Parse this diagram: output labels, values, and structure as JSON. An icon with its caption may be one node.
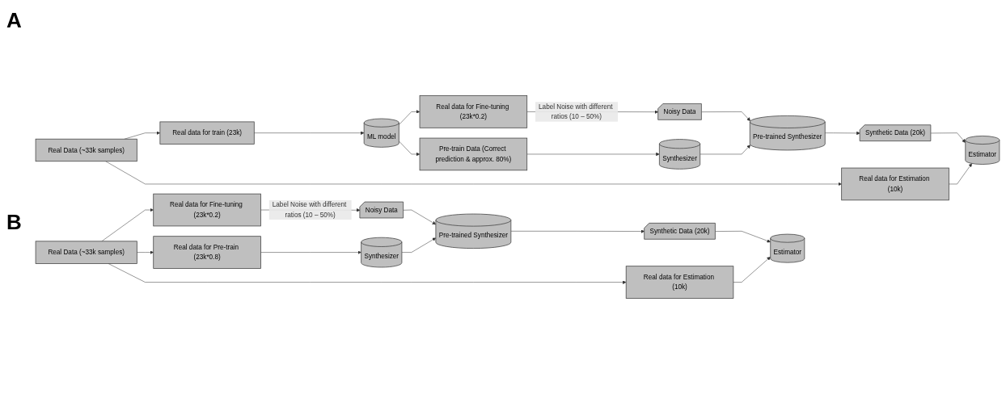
{
  "diagram": {
    "nodes": [
      {
        "text": [
          "Real Data (~33k samples)"
        ]
      },
      {
        "text": [
          "Real data for train (23k)"
        ]
      },
      {
        "text": [
          "ML model"
        ]
      },
      {
        "text": [
          "Real data for Fine-tuning (23k*0.2)"
        ]
      },
      {
        "text": [
          "Pre-train Data (Correct prediction & approx. 80%)"
        ]
      },
      {
        "text": [
          "Noisy Data"
        ]
      },
      {
        "text": [
          "Synthesizer"
        ]
      },
      {
        "text": [
          "Pre-trained Synthesizer"
        ]
      },
      {
        "text": [
          "Synthetic Data (20k)"
        ]
      },
      {
        "text": [
          "Estimator"
        ]
      },
      {
        "text": [
          "Real data for Estimation (10k)"
        ]
      },
      {
        "text": [
          "Real Data (~33k samples)"
        ]
      },
      {
        "text": [
          "Real data for Fine-tuning (23k*0.2)"
        ]
      },
      {
        "text": [
          "Noisy Data"
        ]
      },
      {
        "text": [
          "Real data for Pre-train (23k*0.8)"
        ]
      },
      {
        "text": [
          "Synthesizer"
        ]
      },
      {
        "text": [
          "Pre-trained Synthesizer"
        ]
      },
      {
        "text": [
          "Synthetic Data (20k)"
        ]
      },
      {
        "text": [
          "Estimator"
        ]
      },
      {
        "text": [
          "Real data for Estimation (10k)"
        ]
      }
    ],
    "edges": [
      {
        "from": 0,
        "to": 1,
        "arrow": "to"
      },
      {
        "from": 0,
        "to": 10,
        "arrow": "to"
      },
      {
        "from": 1,
        "to": 2,
        "arrow": "to"
      },
      {
        "from": 2,
        "to": 3,
        "arrow": "to"
      },
      {
        "from": 2,
        "to": 4,
        "arrow": "to"
      },
      {
        "from": 3,
        "to": 5,
        "label": "Label Noise with different ratios (10 – 50%)",
        "arrow": "to"
      },
      {
        "from": 4,
        "to": 6,
        "arrow": "to"
      },
      {
        "from": 5,
        "to": 7,
        "arrow": "to"
      },
      {
        "from": 6,
        "to": 7,
        "arrow": "to"
      },
      {
        "from": 7,
        "to": 8,
        "arrow": "to"
      },
      {
        "from": 8,
        "to": 9,
        "arrow": "to"
      },
      {
        "from": 10,
        "to": 9,
        "arrow": "to"
      },
      {
        "from": 11,
        "to": 12,
        "arrow": "to"
      },
      {
        "from": 11,
        "to": 14,
        "arrow": "to"
      },
      {
        "from": 11,
        "to": 19,
        "arrow": "to"
      },
      {
        "from": 12,
        "to": 13,
        "label": "Label Noise with different ratios (10 – 50%)",
        "arrow": "to"
      },
      {
        "from": 14,
        "to": 15,
        "arrow": "to"
      },
      {
        "from": 13,
        "to": 16,
        "arrow": "to"
      },
      {
        "from": 15,
        "to": 16,
        "arrow": "to"
      },
      {
        "from": 16,
        "to": 17,
        "arrow": "to"
      },
      {
        "from": 17,
        "to": 18,
        "arrow": "to"
      },
      {
        "from": 19,
        "to": 18,
        "arrow": "to"
      }
    ],
    "labels": [
      "A",
      "B"
    ]
  }
}
